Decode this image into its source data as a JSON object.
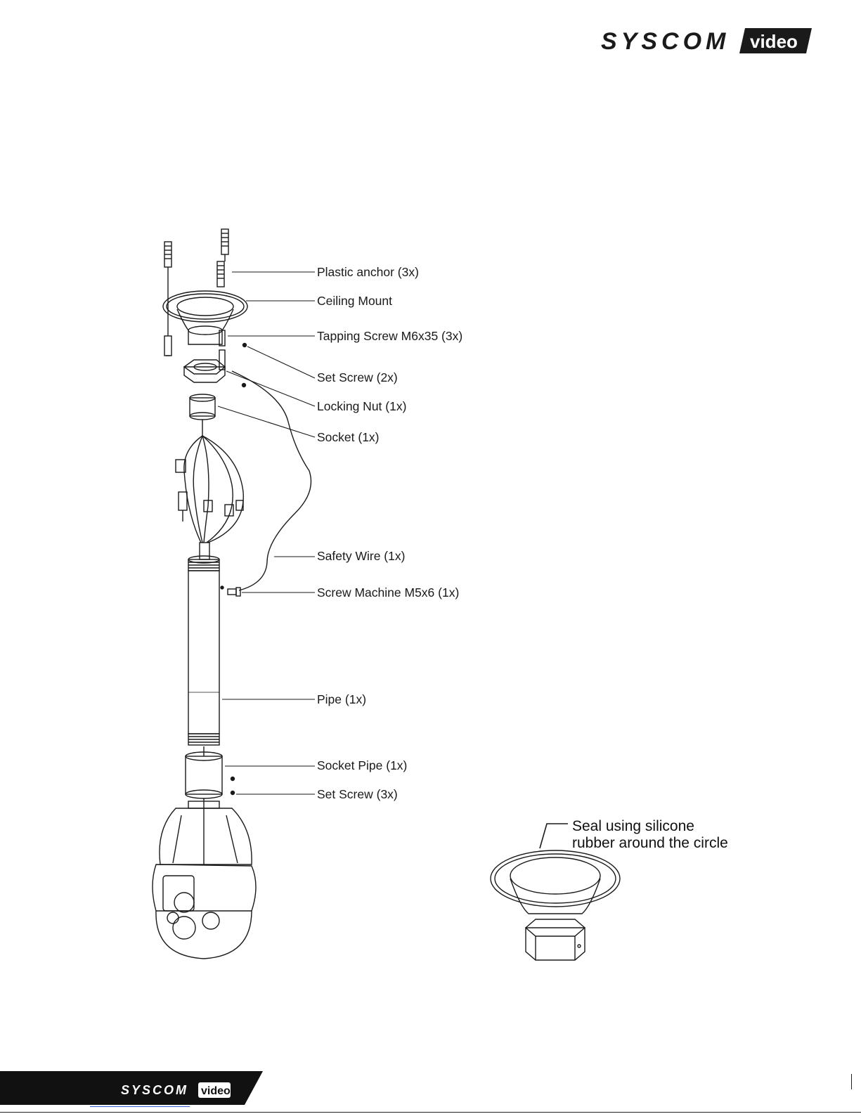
{
  "brand": {
    "name": "SYSCOM",
    "suffix": "video"
  },
  "diagram": {
    "parts": [
      {
        "id": "plastic-anchor",
        "label": "Plastic anchor (3x)"
      },
      {
        "id": "ceiling-mount",
        "label": "Ceiling Mount"
      },
      {
        "id": "tapping-screw",
        "label": "Tapping Screw M6x35 (3x)"
      },
      {
        "id": "set-screw-top",
        "label": "Set Screw (2x)"
      },
      {
        "id": "locking-nut",
        "label": "Locking Nut (1x)"
      },
      {
        "id": "socket",
        "label": "Socket (1x)"
      },
      {
        "id": "safety-wire",
        "label": "Safety Wire (1x)"
      },
      {
        "id": "screw-machine",
        "label": "Screw Machine M5x6 (1x)"
      },
      {
        "id": "pipe",
        "label": "Pipe (1x)"
      },
      {
        "id": "socket-pipe",
        "label": "Socket Pipe (1x)"
      },
      {
        "id": "set-screw-bottom",
        "label": "Set Screw (3x)"
      }
    ],
    "seal_note": {
      "line1": "Seal using silicone",
      "line2": "rubber around the circle"
    }
  },
  "colors": {
    "ink": "#1a1a1a",
    "footer_bar": "#111111",
    "link": "#3a5bd6"
  }
}
